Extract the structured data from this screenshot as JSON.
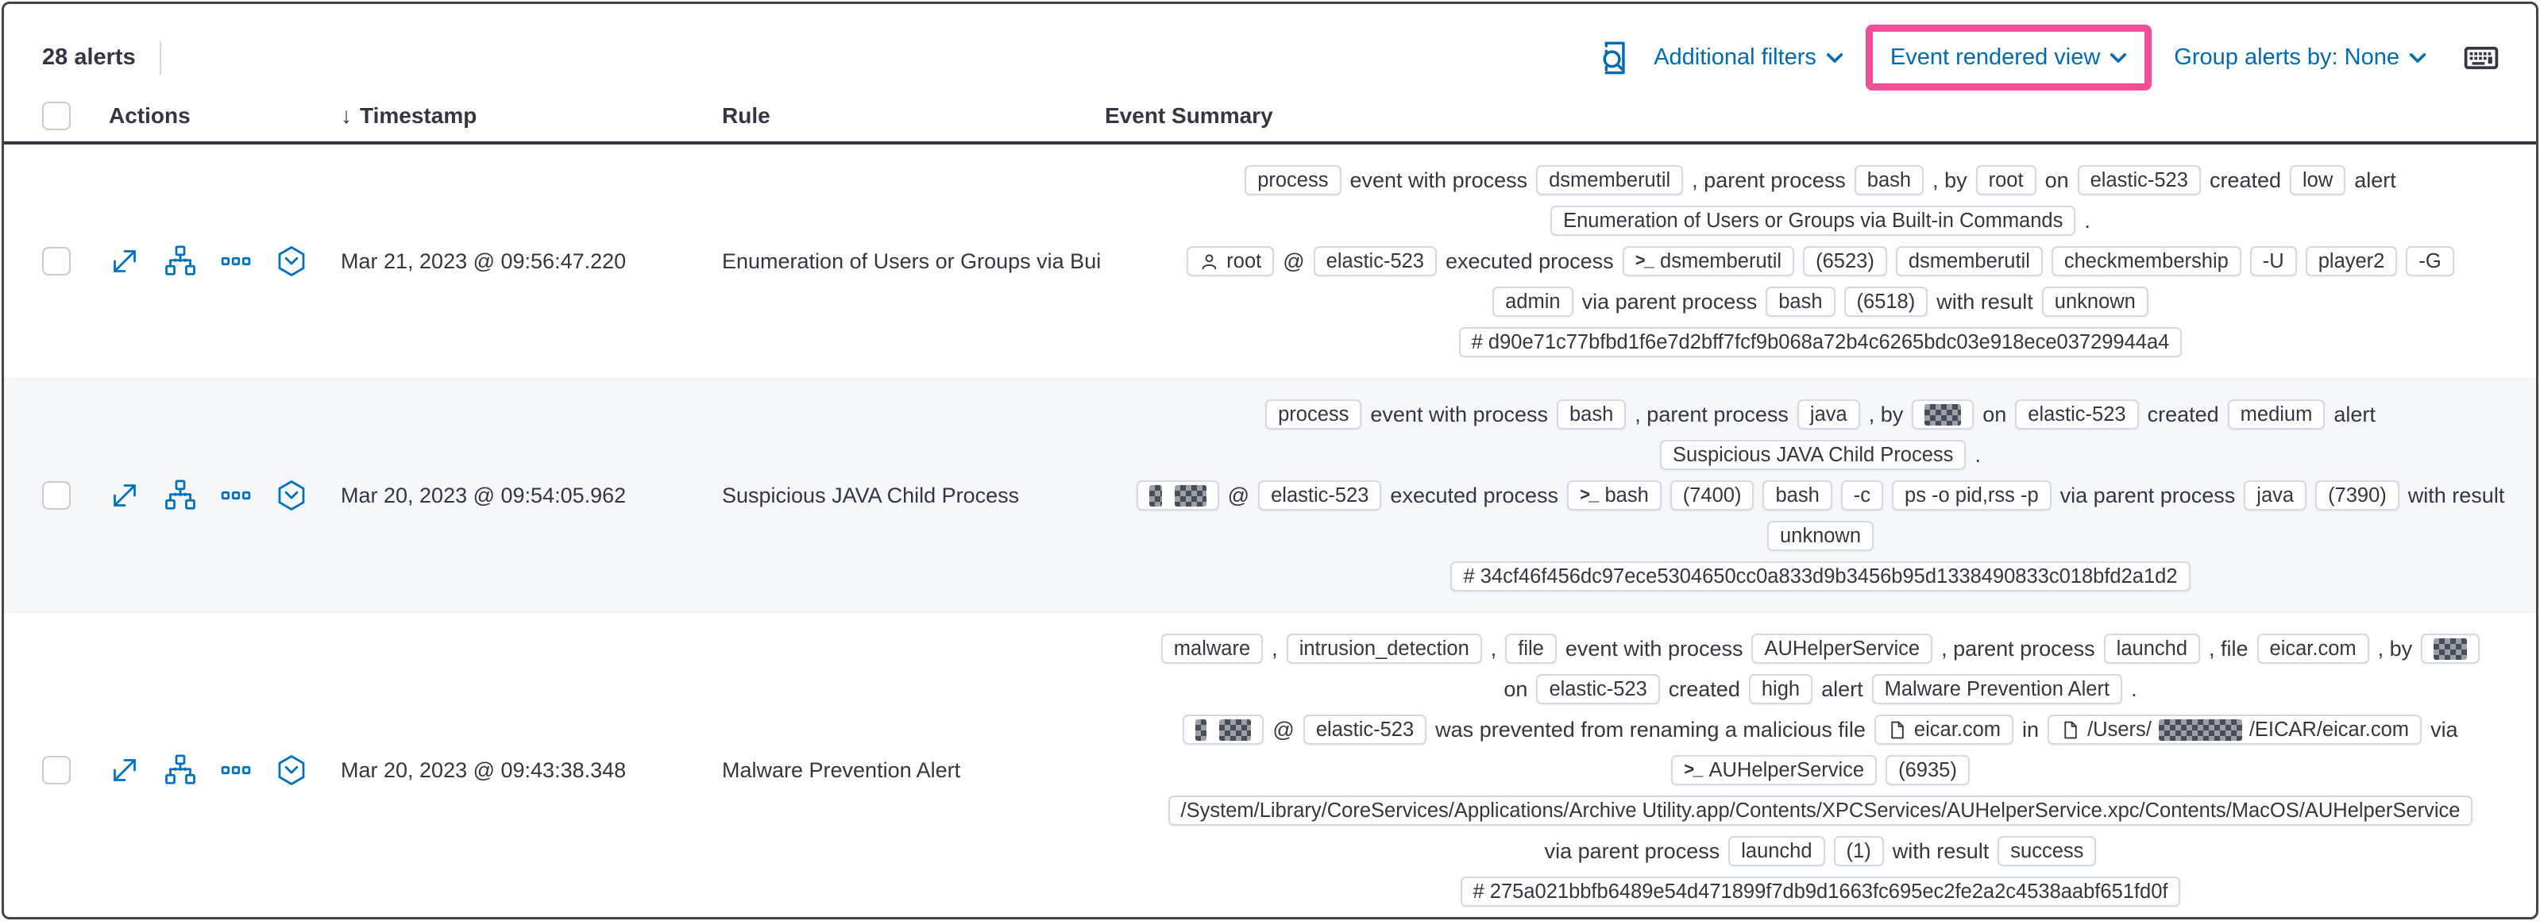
{
  "colors": {
    "accent_blue": "#006bb4",
    "highlight_pink": "#f04e98",
    "text": "#343741",
    "badge_border": "#d3dae6",
    "row_stripe": "#f5f7fa"
  },
  "toolbar": {
    "alert_count": "28 alerts",
    "additional_filters": "Additional filters",
    "view_selector": "Event rendered view",
    "group_alerts": "Group alerts by: None"
  },
  "icons": {
    "toolbar": [
      "inspect",
      "keyboard"
    ],
    "row_actions": [
      "expand",
      "analyze-event",
      "more-actions",
      "session-view"
    ],
    "badge_icons": {
      "user": "person-outline",
      "terminal": ">_",
      "file": "document"
    }
  },
  "columns": [
    "Actions",
    "Timestamp",
    "Rule",
    "Event Summary"
  ],
  "sort_arrow": "↓",
  "rows": [
    {
      "timestamp": "Mar 21, 2023 @ 09:56:47.220",
      "rule": "Enumeration of Users or Groups via Bui",
      "lines": [
        [
          {
            "badge": "process"
          },
          {
            "text": "event with process"
          },
          {
            "badge": "dsmemberutil"
          },
          {
            "text": ", parent process"
          },
          {
            "badge": "bash"
          },
          {
            "text": ", by"
          },
          {
            "badge": "root"
          },
          {
            "text": "on"
          },
          {
            "badge": "elastic-523"
          },
          {
            "text": "created"
          },
          {
            "badge": "low"
          },
          {
            "text": "alert"
          }
        ],
        [
          {
            "badge": "Enumeration of Users or Groups via Built-in Commands"
          },
          {
            "text": "."
          }
        ],
        [
          {
            "badge": "root",
            "icon": "user"
          },
          {
            "text": "@"
          },
          {
            "badge": "elastic-523"
          },
          {
            "text": "executed process"
          },
          {
            "badge": "dsmemberutil",
            "icon": "terminal"
          },
          {
            "badge": "(6523)"
          },
          {
            "badge": "dsmemberutil"
          },
          {
            "badge": "checkmembership"
          },
          {
            "badge": "-U"
          },
          {
            "badge": "player2"
          },
          {
            "badge": "-G"
          }
        ],
        [
          {
            "badge": "admin"
          },
          {
            "text": "via parent process"
          },
          {
            "badge": "bash"
          },
          {
            "badge": "(6518)"
          },
          {
            "text": "with result"
          },
          {
            "badge": "unknown"
          }
        ],
        [
          {
            "badge": "# d90e71c77bfbd1f6e7d2bff7fcf9b068a72b4c6265bdc03e918ece03729944a4"
          }
        ]
      ]
    },
    {
      "timestamp": "Mar 20, 2023 @ 09:54:05.962",
      "rule": "Suspicious JAVA Child Process",
      "lines": [
        [
          {
            "badge": "process"
          },
          {
            "text": "event with process"
          },
          {
            "badge": "bash"
          },
          {
            "text": ", parent process"
          },
          {
            "badge": "java"
          },
          {
            "text": ", by"
          },
          {
            "badge_parts": [
              {
                "r": 46
              }
            ]
          },
          {
            "text": "on"
          },
          {
            "badge": "elastic-523"
          },
          {
            "text": "created"
          },
          {
            "badge": "medium"
          },
          {
            "text": "alert"
          }
        ],
        [
          {
            "badge": "Suspicious JAVA Child Process"
          },
          {
            "text": "."
          }
        ],
        [
          {
            "badge_parts": [
              {
                "r": 16
              },
              {
                "r": 40
              }
            ]
          },
          {
            "text": "@"
          },
          {
            "badge": "elastic-523"
          },
          {
            "text": "executed process"
          },
          {
            "badge": "bash",
            "icon": "terminal"
          },
          {
            "badge": "(7400)"
          },
          {
            "badge": "bash"
          },
          {
            "badge": "-c"
          },
          {
            "badge": "ps -o pid,rss -p"
          },
          {
            "text": "via parent process"
          },
          {
            "badge": "java"
          },
          {
            "badge": "(7390)"
          },
          {
            "text": "with result"
          }
        ],
        [
          {
            "badge": "unknown"
          }
        ],
        [
          {
            "badge": "# 34cf46f456dc97ece5304650cc0a833d9b3456b95d1338490833c018bfd2a1d2"
          }
        ]
      ]
    },
    {
      "timestamp": "Mar 20, 2023 @ 09:43:38.348",
      "rule": "Malware Prevention Alert",
      "lines": [
        [
          {
            "badge": "malware"
          },
          {
            "text": ","
          },
          {
            "badge": "intrusion_detection"
          },
          {
            "text": ","
          },
          {
            "badge": "file"
          },
          {
            "text": "event with process"
          },
          {
            "badge": "AUHelperService"
          },
          {
            "text": ", parent process"
          },
          {
            "badge": "launchd"
          },
          {
            "text": ", file"
          },
          {
            "badge": "eicar.com"
          },
          {
            "text": ", by"
          },
          {
            "badge_parts": [
              {
                "r": 42
              }
            ]
          }
        ],
        [
          {
            "text": "on"
          },
          {
            "badge": "elastic-523"
          },
          {
            "text": "created"
          },
          {
            "badge": "high"
          },
          {
            "text": "alert"
          },
          {
            "badge": "Malware Prevention Alert"
          },
          {
            "text": "."
          }
        ],
        [
          {
            "badge_parts": [
              {
                "r": 14
              },
              {
                "r": 40
              }
            ]
          },
          {
            "text": "@"
          },
          {
            "badge": "elastic-523"
          },
          {
            "text": "was prevented from renaming a malicious file"
          },
          {
            "badge": "eicar.com",
            "icon": "file"
          },
          {
            "text": "in"
          },
          {
            "badge_parts": [
              {
                "t": "/Users/"
              },
              {
                "r": 105
              },
              {
                "t": "/EICAR/eicar.com"
              }
            ],
            "icon": "file"
          },
          {
            "text": "via"
          }
        ],
        [
          {
            "badge": "AUHelperService",
            "icon": "terminal"
          },
          {
            "badge": "(6935)"
          }
        ],
        [
          {
            "badge": "/System/Library/CoreServices/Applications/Archive Utility.app/Contents/XPCServices/AUHelperService.xpc/Contents/MacOS/AUHelperService"
          }
        ],
        [
          {
            "text": "via parent process"
          },
          {
            "badge": "launchd"
          },
          {
            "badge": "(1)"
          },
          {
            "text": "with result"
          },
          {
            "badge": "success"
          }
        ],
        [
          {
            "badge": "# 275a021bbfb6489e54d471899f7db9d1663fc695ec2fe2a2c4538aabf651fd0f"
          }
        ]
      ]
    }
  ]
}
